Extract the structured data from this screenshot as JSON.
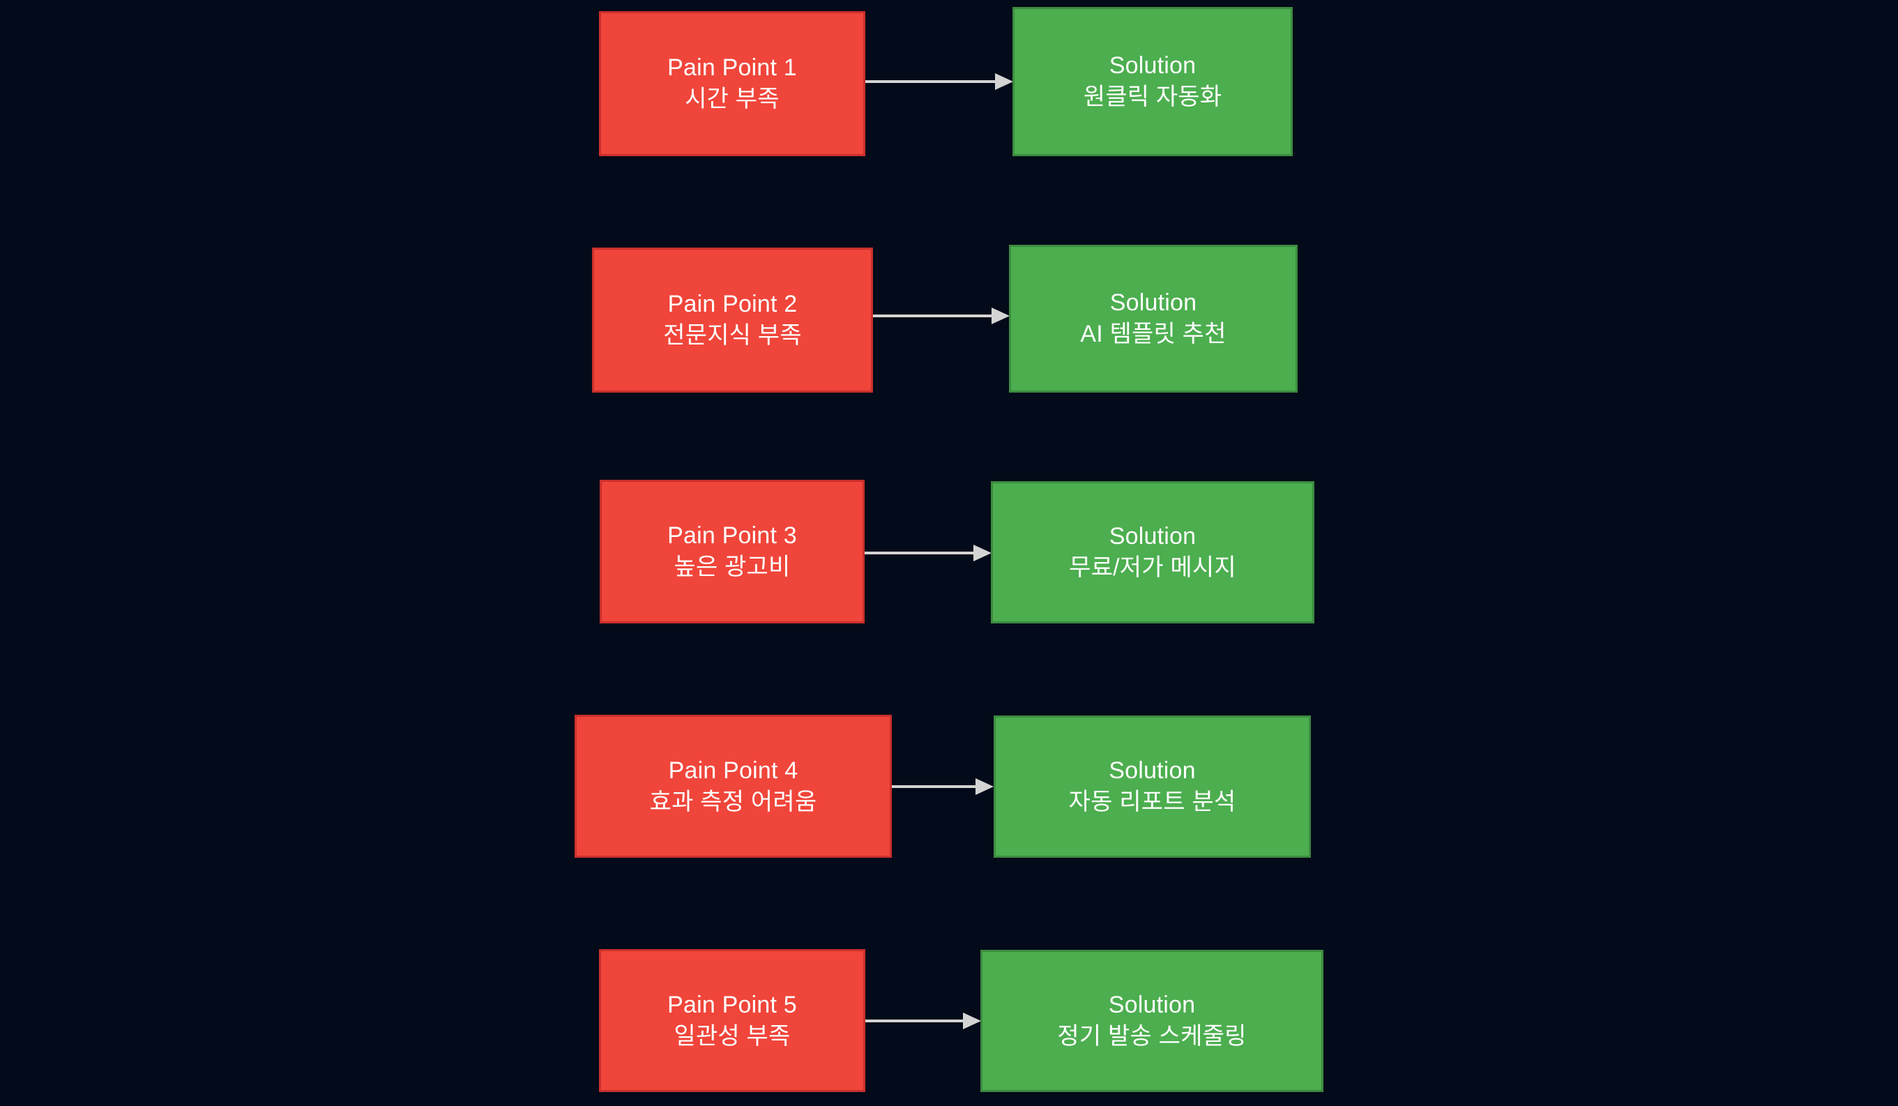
{
  "diagram": {
    "type": "flowchart",
    "background_color": "#030a19",
    "pain_color": "#f0453a",
    "pain_border_color": "#c9302c",
    "solution_color": "#4cae4f",
    "solution_border_color": "#3d8b40",
    "arrow_color": "#d4d4d4",
    "text_color": "#ffffff",
    "rows": [
      {
        "pain": {
          "line1": "Pain Point 1",
          "line2": "시간 부족"
        },
        "solution": {
          "line1": "Solution",
          "line2": "원클릭 자동화"
        }
      },
      {
        "pain": {
          "line1": "Pain Point 2",
          "line2": "전문지식 부족"
        },
        "solution": {
          "line1": "Solution",
          "line2": "AI 템플릿 추천"
        }
      },
      {
        "pain": {
          "line1": "Pain Point 3",
          "line2": "높은 광고비"
        },
        "solution": {
          "line1": "Solution",
          "line2": "무료/저가 메시지"
        }
      },
      {
        "pain": {
          "line1": "Pain Point 4",
          "line2": "효과 측정 어려움"
        },
        "solution": {
          "line1": "Solution",
          "line2": "자동 리포트 분석"
        }
      },
      {
        "pain": {
          "line1": "Pain Point 5",
          "line2": "일관성 부족"
        },
        "solution": {
          "line1": "Solution",
          "line2": "정기 발송 스케줄링"
        }
      }
    ]
  }
}
